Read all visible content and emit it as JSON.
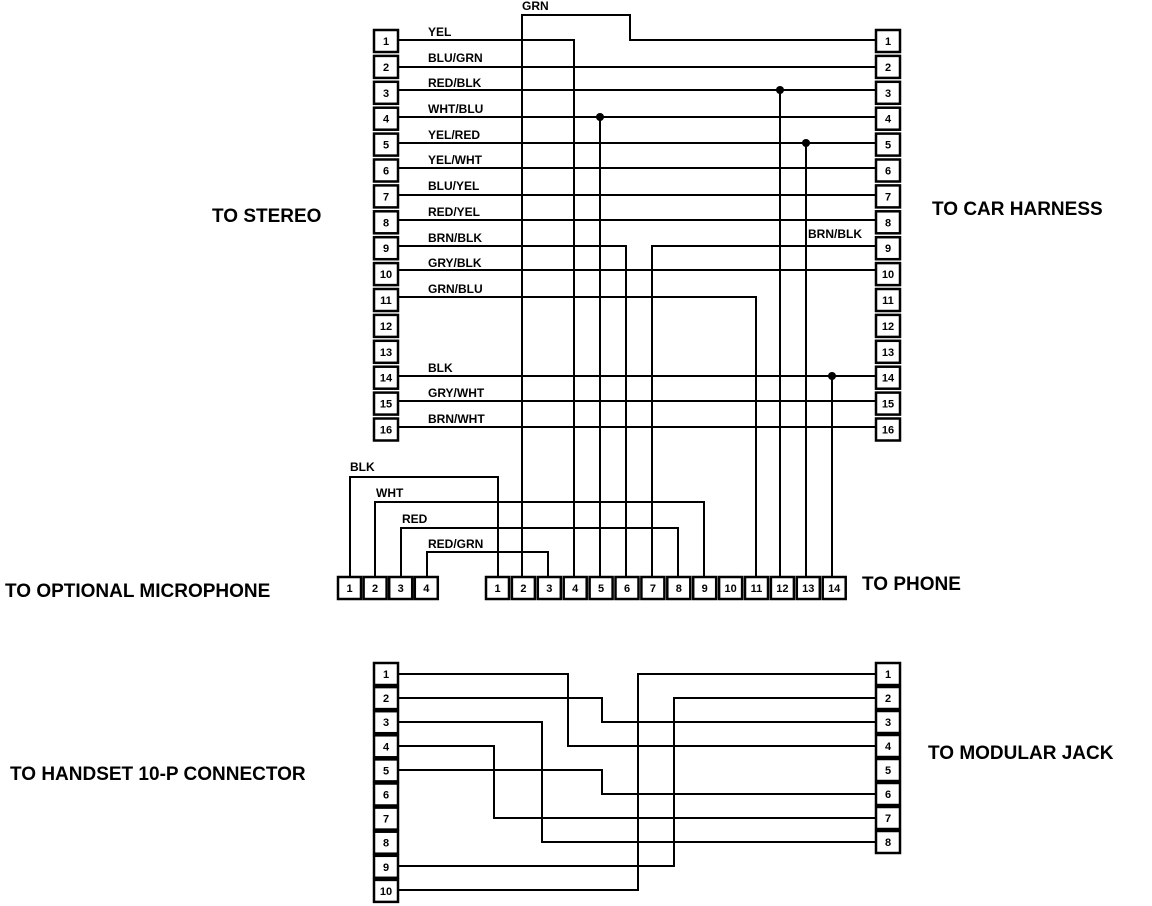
{
  "labels": {
    "stereo": "TO STEREO",
    "car_harness": "TO CAR HARNESS",
    "microphone": "TO OPTIONAL MICROPHONE",
    "phone": "TO PHONE",
    "handset": "TO HANDSET 10-P CONNECTOR",
    "modular_jack": "TO MODULAR JACK"
  },
  "stereo_pins": [
    "1",
    "2",
    "3",
    "4",
    "5",
    "6",
    "7",
    "8",
    "9",
    "10",
    "11",
    "12",
    "13",
    "14",
    "15",
    "16"
  ],
  "harness_pins": [
    "1",
    "2",
    "3",
    "4",
    "5",
    "6",
    "7",
    "8",
    "9",
    "10",
    "11",
    "12",
    "13",
    "14",
    "15",
    "16"
  ],
  "mic_pins": [
    "1",
    "2",
    "3",
    "4"
  ],
  "phone_pins": [
    "1",
    "2",
    "3",
    "4",
    "5",
    "6",
    "7",
    "8",
    "9",
    "10",
    "11",
    "12",
    "13",
    "14"
  ],
  "handset_pins": [
    "1",
    "2",
    "3",
    "4",
    "5",
    "6",
    "7",
    "8",
    "9",
    "10"
  ],
  "jack_pins": [
    "1",
    "2",
    "3",
    "4",
    "5",
    "6",
    "7",
    "8"
  ],
  "wire_colors": {
    "grn": "GRN",
    "yel": "YEL",
    "blu_grn": "BLU/GRN",
    "red_blk": "RED/BLK",
    "wht_blu": "WHT/BLU",
    "yel_red": "YEL/RED",
    "yel_wht": "YEL/WHT",
    "blu_yel": "BLU/YEL",
    "red_yel": "RED/YEL",
    "brn_blk": "BRN/BLK",
    "brn_blk_right": "BRN/BLK",
    "gry_blk": "GRY/BLK",
    "grn_blu": "GRN/BLU",
    "blk": "BLK",
    "gry_wht": "GRY/WHT",
    "brn_wht": "BRN/WHT",
    "mic_blk": "BLK",
    "mic_wht": "WHT",
    "mic_red": "RED",
    "mic_red_grn": "RED/GRN"
  }
}
